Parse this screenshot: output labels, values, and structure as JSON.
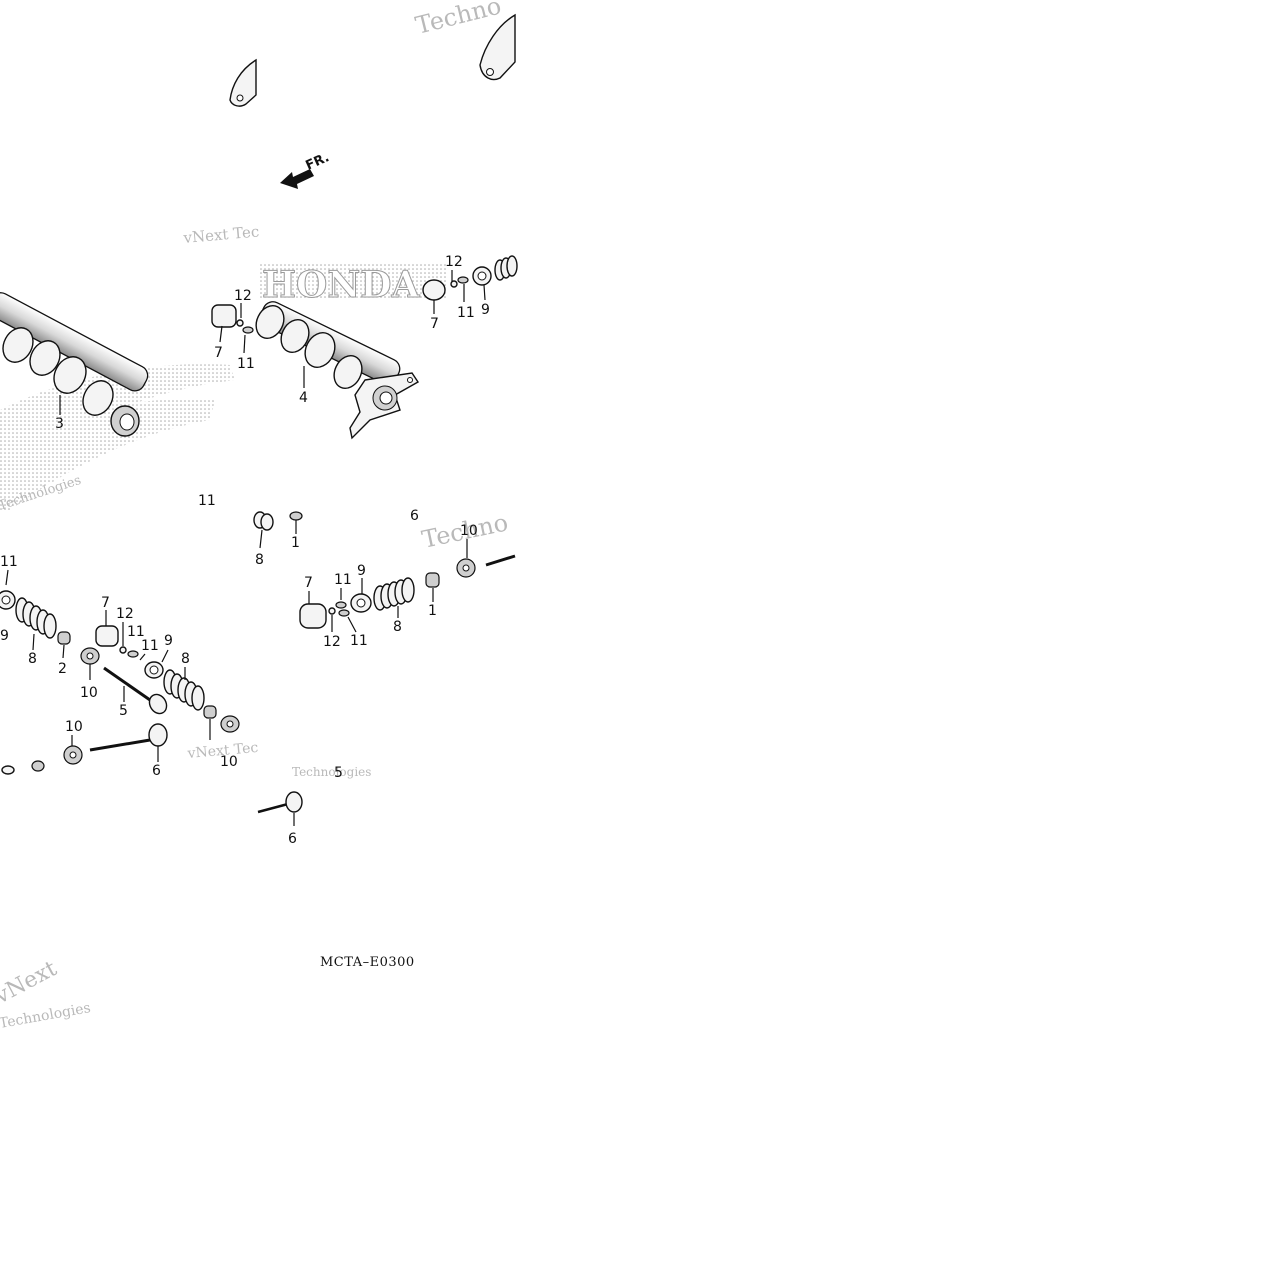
{
  "diagram": {
    "reference_code": "MCTA–E0300",
    "direction_marker": "FR.",
    "watermark": {
      "lines": [
        "vNext",
        "Technologies",
        "vNext Tec",
        "Techno"
      ],
      "brand_logo_text": "HONDA"
    },
    "callouts": {
      "cam_left": "3",
      "cam_right": "4",
      "tappet": "7",
      "shim": "12",
      "cotter": "11",
      "retainer": "9",
      "spring": "8",
      "seal_ex": "2",
      "seal_in": "1",
      "seat": "10",
      "valve_ex": "5",
      "valve_in": "6"
    }
  }
}
